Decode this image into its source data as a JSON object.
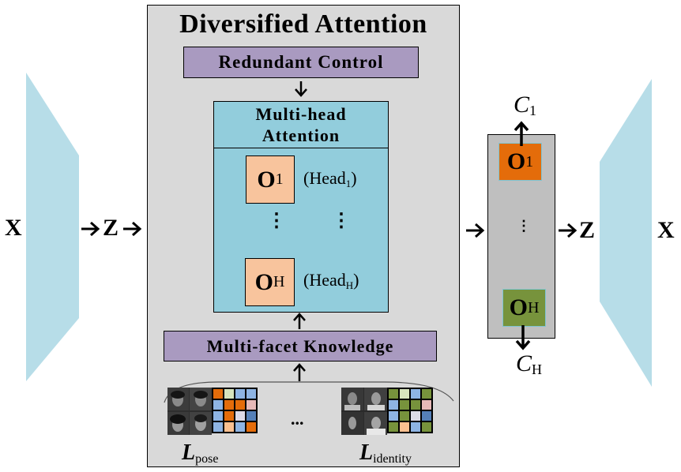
{
  "main": {
    "title": "Diversified Attention",
    "redundant_control": "Redundant Control",
    "multi_head_title_line1": "Multi-head",
    "multi_head_title_line2": "Attention",
    "heads": [
      {
        "o_label": "O",
        "o_sub": "1",
        "head_label": "(Head",
        "head_sub": "1",
        "head_close": ")"
      },
      {
        "o_label": "O",
        "o_sub": "H",
        "head_label": "(Head",
        "head_sub": "H",
        "head_close": ")"
      }
    ],
    "vertical_ellipsis": "⋮",
    "multi_facet_knowledge": "Multi-facet Knowledge",
    "knowledge_ellipsis": "...",
    "knowledge_items": [
      {
        "name_main": "L",
        "name_sub": "pose",
        "grid": [
          [
            "#e46c0a",
            "#d7e4bd",
            "#8eb4e3",
            "#8eb4e3"
          ],
          [
            "#8eb4e3",
            "#e46c0a",
            "#e46c0a",
            "#e6b9b8"
          ],
          [
            "#8eb4e3",
            "#e46c0a",
            "#dddae7",
            "#5580b8"
          ],
          [
            "#8eb4e3",
            "#fac090",
            "#8eb4e3",
            "#e46c0a"
          ]
        ]
      },
      {
        "name_main": "L",
        "name_sub": "identity",
        "grid": [
          [
            "#77933c",
            "#d7e4bd",
            "#8eb4e3",
            "#77933c"
          ],
          [
            "#8eb4e3",
            "#77933c",
            "#77933c",
            "#e6b9b8"
          ],
          [
            "#8eb4e3",
            "#77933c",
            "#dddae7",
            "#5580b8"
          ],
          [
            "#77933c",
            "#fac090",
            "#8eb4e3",
            "#77933c"
          ]
        ]
      }
    ]
  },
  "left": {
    "input_label": "X",
    "latent_label": "Z"
  },
  "right": {
    "outputs": [
      {
        "o_label": "O",
        "o_sub": "1",
        "color": "#e46c0a",
        "c_label": "C",
        "c_sub": "1"
      },
      {
        "o_label": "O",
        "o_sub": "H",
        "color": "#77933c",
        "c_label": "C",
        "c_sub": "H"
      }
    ],
    "vertical_ellipsis": "⋮",
    "latent_label": "Z",
    "output_label": "X"
  },
  "colors": {
    "encoder_decoder": "#b7dde8",
    "panel_bg": "#d9d9d9",
    "purple_box": "#a99ac0",
    "mha_bg": "#92cddc",
    "head_box": "#f8c49d",
    "right_panel": "#bfbfbf"
  }
}
